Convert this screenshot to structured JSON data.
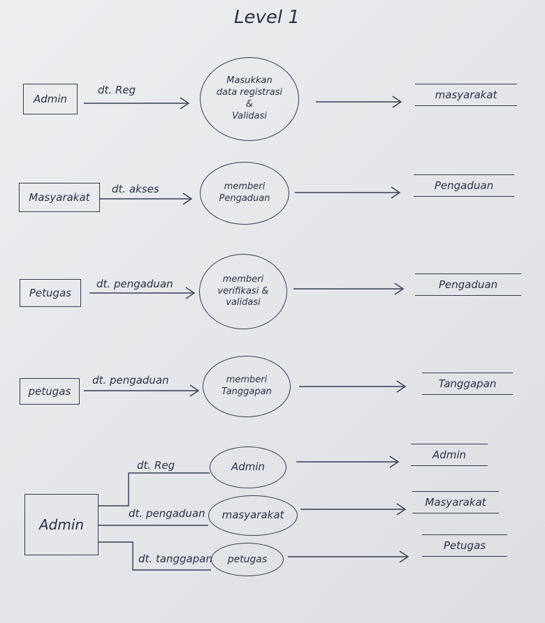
{
  "title": "Level 1",
  "rows": [
    {
      "entity": "Admin",
      "flow": "dt. Reg",
      "process": [
        "Masukkan",
        "data registrasi",
        "&",
        "Validasi"
      ],
      "store": "masyarakat"
    },
    {
      "entity": "Masyarakat",
      "flow": "dt. akses",
      "process": [
        "memberi",
        "Pengaduan"
      ],
      "store": "Pengaduan"
    },
    {
      "entity": "Petugas",
      "flow": "dt. pengaduan",
      "process": [
        "memberi",
        "verifikasi &",
        "validasi"
      ],
      "store": "Pengaduan"
    },
    {
      "entity": "petugas",
      "flow": "dt. pengaduan",
      "process": [
        "memberi",
        "Tanggapan"
      ],
      "store": "Tanggapan"
    }
  ],
  "branch": {
    "entity": "Admin",
    "items": [
      {
        "flow": "dt. Reg",
        "process": "Admin",
        "store": "Admin"
      },
      {
        "flow": "dt. pengaduan",
        "process": "masyarakat",
        "store": "Masyarakat"
      },
      {
        "flow": "dt. tanggapan",
        "process": "petugas",
        "store": "Petugas"
      }
    ]
  }
}
